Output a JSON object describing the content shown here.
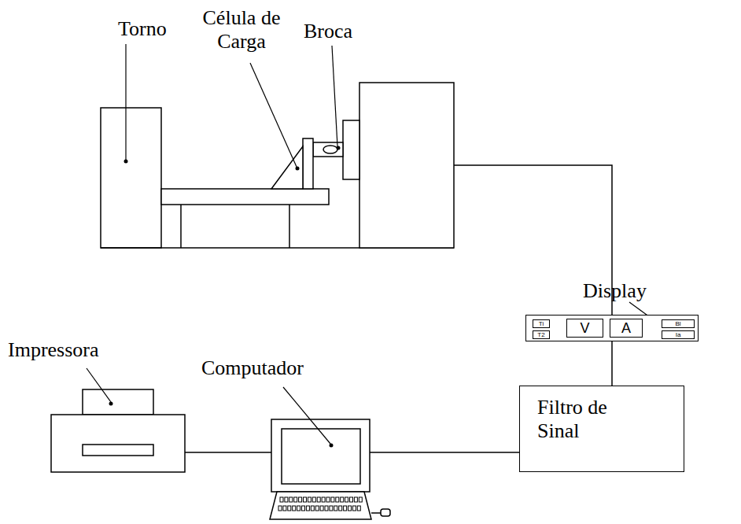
{
  "diagram": {
    "nodes": [
      {
        "text": [
          "Display"
        ]
      },
      {
        "text": [
          "Ti"
        ],
        "in": 0
      },
      {
        "text": [
          "T2"
        ],
        "in": 0
      },
      {
        "text": [
          "V"
        ],
        "in": 0
      },
      {
        "text": [
          "A"
        ],
        "in": 0
      },
      {
        "text": [
          "Bl"
        ],
        "in": 0
      },
      {
        "text": [
          "Ia"
        ],
        "in": 0
      },
      {
        "text": [
          "Filtro de Sinal"
        ]
      }
    ],
    "edges": [
      {
        "from": 0,
        "to": 7,
        "arrow": "none"
      }
    ],
    "labels": [
      "Torno",
      "Célula de Carga",
      "Broca",
      "Impressora",
      "Computador"
    ]
  }
}
